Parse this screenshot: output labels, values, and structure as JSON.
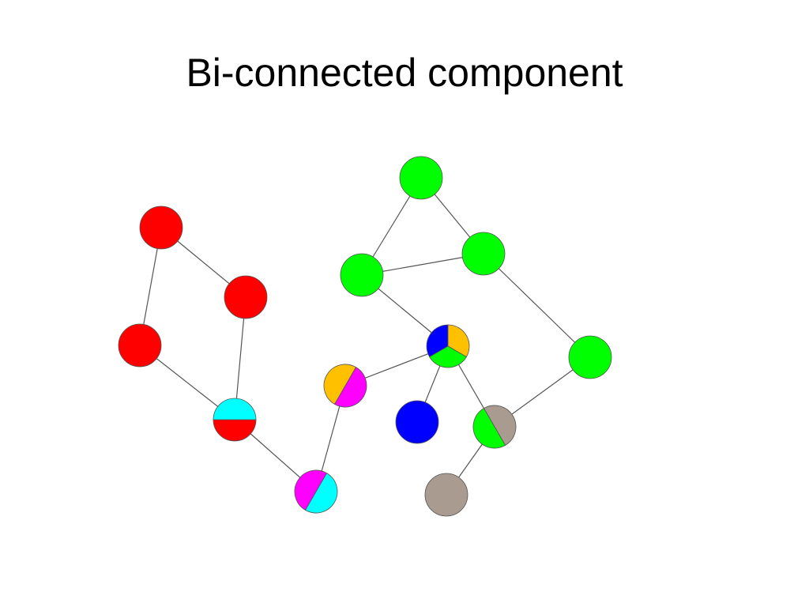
{
  "slide": {
    "title": "Bi-connected component"
  },
  "colors": {
    "red": "#ff0000",
    "green": "#00ff00",
    "cyan": "#00ffff",
    "magenta": "#ff00ff",
    "orange": "#ffc000",
    "blue": "#0000ff",
    "gray": "#a99b8f",
    "edge": "#555555",
    "outline": "#555555"
  },
  "graph": {
    "nodes": [
      {
        "id": "n1",
        "colors": [
          "red"
        ]
      },
      {
        "id": "n2",
        "colors": [
          "red"
        ]
      },
      {
        "id": "n3",
        "colors": [
          "red"
        ]
      },
      {
        "id": "n4",
        "colors": [
          "red",
          "cyan"
        ]
      },
      {
        "id": "n5",
        "colors": [
          "cyan",
          "magenta"
        ]
      },
      {
        "id": "n6",
        "colors": [
          "magenta",
          "orange"
        ]
      },
      {
        "id": "n7",
        "colors": [
          "orange",
          "green",
          "blue"
        ]
      },
      {
        "id": "n8",
        "colors": [
          "blue"
        ]
      },
      {
        "id": "n9",
        "colors": [
          "green"
        ]
      },
      {
        "id": "n10",
        "colors": [
          "green"
        ]
      },
      {
        "id": "n11",
        "colors": [
          "green"
        ]
      },
      {
        "id": "n12",
        "colors": [
          "green"
        ]
      },
      {
        "id": "n13",
        "colors": [
          "gray",
          "green"
        ]
      },
      {
        "id": "n14",
        "colors": [
          "gray"
        ]
      }
    ],
    "edges": [
      [
        "n1",
        "n2"
      ],
      [
        "n1",
        "n3"
      ],
      [
        "n2",
        "n4"
      ],
      [
        "n3",
        "n4"
      ],
      [
        "n4",
        "n5"
      ],
      [
        "n5",
        "n6"
      ],
      [
        "n6",
        "n7"
      ],
      [
        "n7",
        "n8"
      ],
      [
        "n7",
        "n9"
      ],
      [
        "n9",
        "n10"
      ],
      [
        "n9",
        "n11"
      ],
      [
        "n10",
        "n11"
      ],
      [
        "n11",
        "n12"
      ],
      [
        "n12",
        "n13"
      ],
      [
        "n7",
        "n13"
      ],
      [
        "n13",
        "n14"
      ]
    ]
  }
}
